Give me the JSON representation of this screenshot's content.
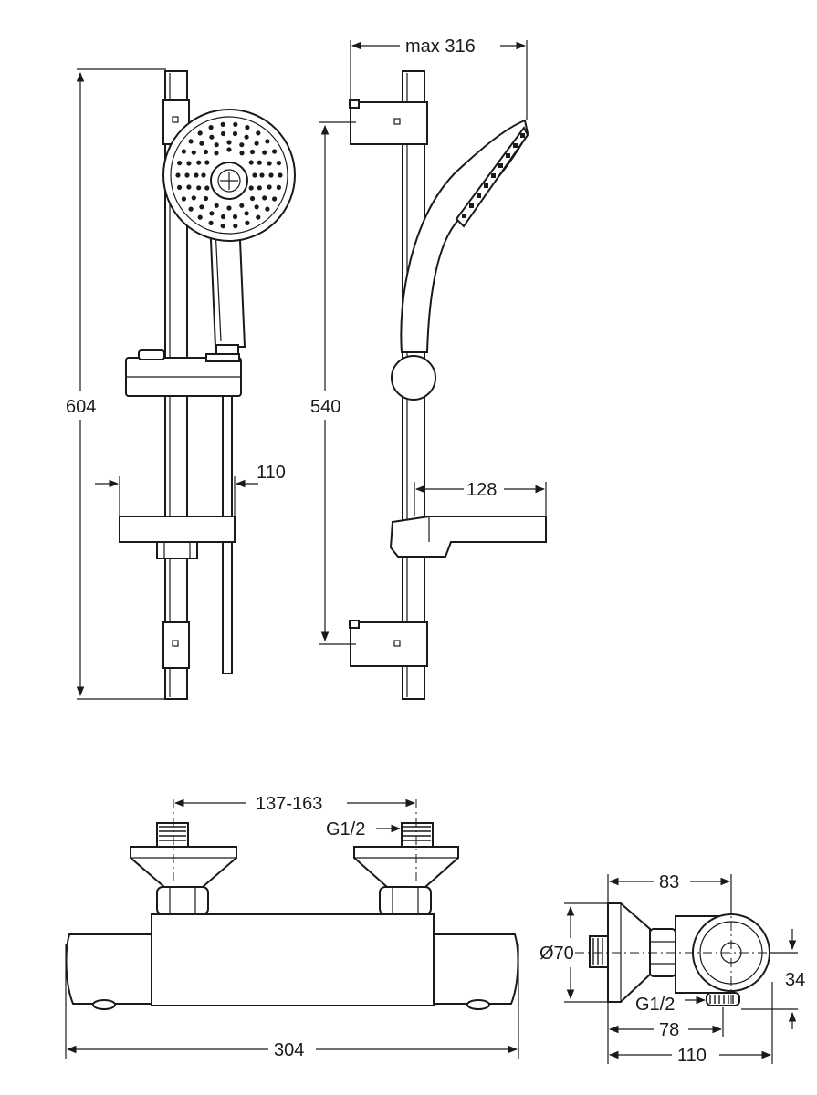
{
  "dimensions": {
    "rail_height": "604",
    "soap_dish_depth": "110",
    "bracket_spacing": "540",
    "max_projection": "max 316",
    "soap_dish_width": "128",
    "inlet_spacing": "137-163",
    "inlet_thread_front": "G1/2",
    "valve_length": "304",
    "side_depth": "83",
    "flange_diameter": "Ø70",
    "outlet_height": "34",
    "outlet_thread": "G1/2",
    "outlet_offset": "78",
    "side_total_depth": "110"
  }
}
